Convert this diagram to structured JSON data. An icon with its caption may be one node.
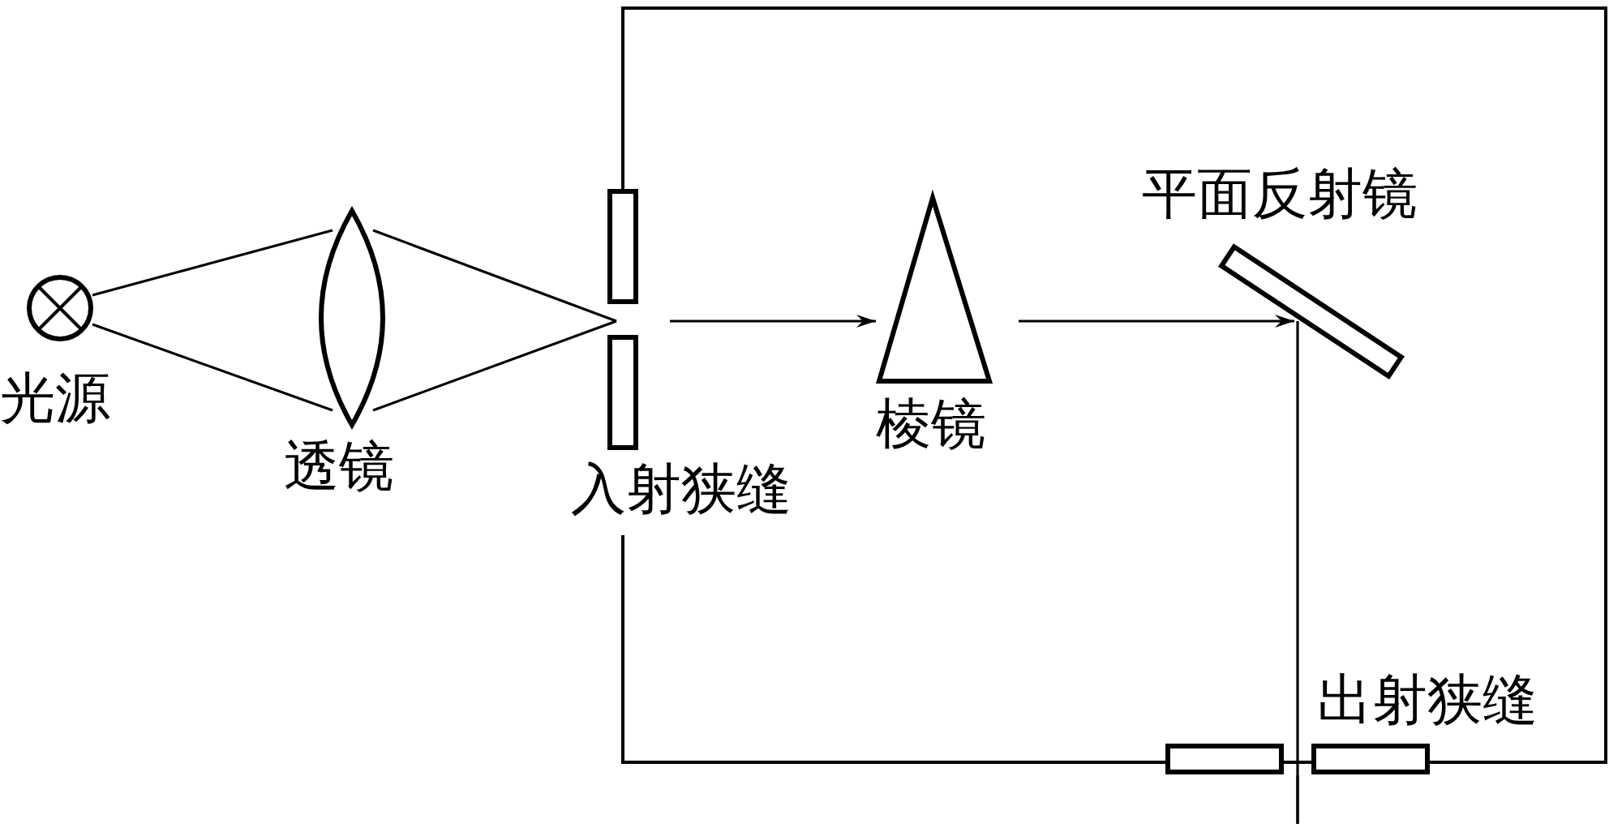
{
  "diagram": {
    "nodes": [
      {
        "text": [
          "光源"
        ]
      },
      {
        "text": [
          "透镜"
        ]
      },
      {
        "text": [
          "入射狭缝"
        ]
      },
      {
        "text": [
          "棱镜"
        ]
      },
      {
        "text": [
          "平面反射镜"
        ]
      },
      {
        "text": [
          "出射狭缝"
        ]
      }
    ],
    "edges": [
      {
        "from": 0,
        "to": 1,
        "arrow": "none"
      },
      {
        "from": 0,
        "to": 1,
        "arrow": "none"
      },
      {
        "from": 1,
        "to": 2,
        "arrow": "none"
      },
      {
        "from": 1,
        "to": 2,
        "arrow": "none"
      },
      {
        "from": 2,
        "to": 3,
        "arrow": "to"
      },
      {
        "from": 3,
        "to": 4,
        "arrow": "to"
      },
      {
        "from": 4,
        "to": 5,
        "arrow": "none"
      }
    ]
  }
}
